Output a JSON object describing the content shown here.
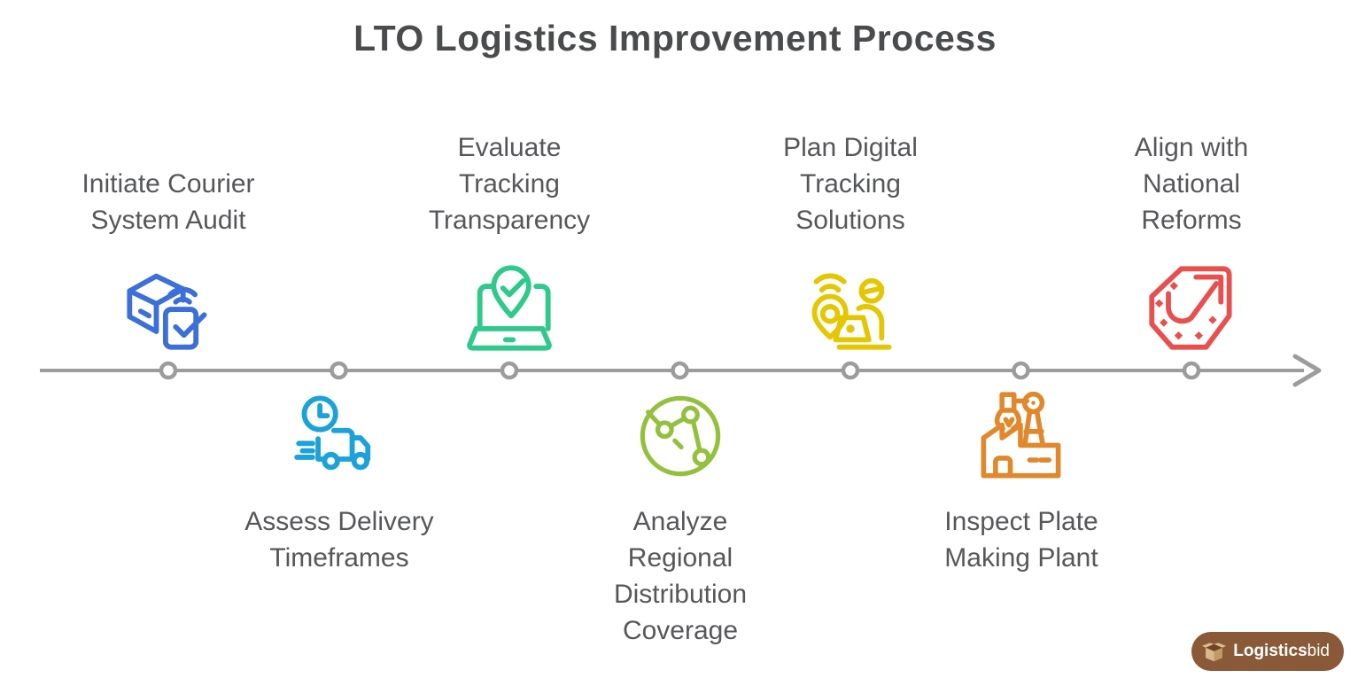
{
  "title": "LTO Logistics Improvement Process",
  "timeline": {
    "color": "#9c9c9c",
    "node_count": 7,
    "direction": "left-to-right-arrow"
  },
  "steps": [
    {
      "id": 1,
      "position": "above",
      "label": "Initiate Courier\nSystem Audit",
      "icon": "package-scan-check-icon",
      "color": "#3c6fd7"
    },
    {
      "id": 2,
      "position": "below",
      "label": "Assess Delivery\nTimeframes",
      "icon": "delivery-truck-clock-icon",
      "color": "#1ba2d9"
    },
    {
      "id": 3,
      "position": "above",
      "label": "Evaluate\nTracking\nTransparency",
      "icon": "laptop-location-check-icon",
      "color": "#2fc98b"
    },
    {
      "id": 4,
      "position": "below",
      "label": "Analyze\nRegional\nDistribution\nCoverage",
      "icon": "globe-network-icon",
      "color": "#93c13e"
    },
    {
      "id": 5,
      "position": "above",
      "label": "Plan Digital\nTracking\nSolutions",
      "icon": "location-pin-person-laptop-icon",
      "color": "#e3c703"
    },
    {
      "id": 6,
      "position": "below",
      "label": "Inspect Plate\nMaking Plant",
      "icon": "factory-robot-arm-icon",
      "color": "#e0882b"
    },
    {
      "id": 7,
      "position": "above",
      "label": "Align with\nNational\nReforms",
      "icon": "reform-arrow-badge-icon",
      "color": "#e7504e"
    }
  ],
  "text_colors": {
    "title": "#4a4b4d",
    "labels": "#56575a"
  },
  "logo": {
    "brand_bold": "Logistics",
    "brand_light": "bid",
    "pill_color": "#8a5a38",
    "box_icon": "open-carton-box-icon"
  }
}
